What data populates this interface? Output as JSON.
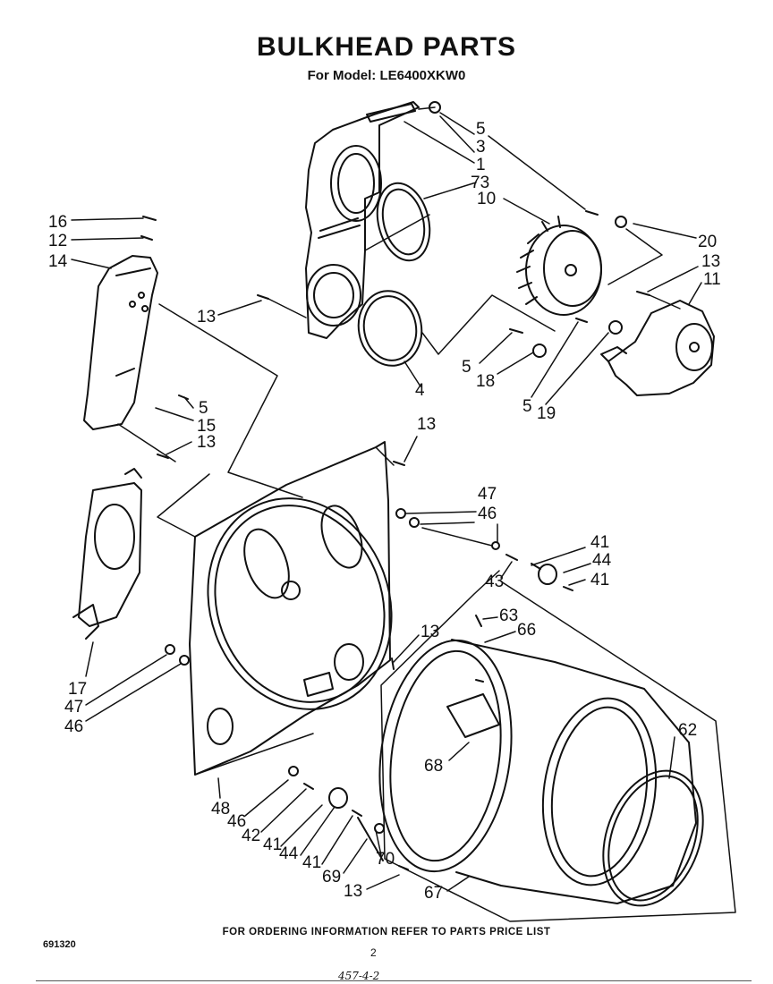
{
  "header": {
    "title": "BULKHEAD PARTS",
    "model": "For Model: LE6400XKW0"
  },
  "callouts": [
    {
      "id": "c5a",
      "label": "5"
    },
    {
      "id": "c3",
      "label": "3"
    },
    {
      "id": "c1",
      "label": "1"
    },
    {
      "id": "c73",
      "label": "73"
    },
    {
      "id": "c10",
      "label": "10"
    },
    {
      "id": "c20",
      "label": "20"
    },
    {
      "id": "c13a",
      "label": "13"
    },
    {
      "id": "c11",
      "label": "11"
    },
    {
      "id": "c16",
      "label": "16"
    },
    {
      "id": "c12",
      "label": "12"
    },
    {
      "id": "c14",
      "label": "14"
    },
    {
      "id": "c13b",
      "label": "13"
    },
    {
      "id": "c5b",
      "label": "5"
    },
    {
      "id": "c18",
      "label": "18"
    },
    {
      "id": "c4",
      "label": "4"
    },
    {
      "id": "c5c",
      "label": "5"
    },
    {
      "id": "c19",
      "label": "19"
    },
    {
      "id": "c5d",
      "label": "5"
    },
    {
      "id": "c15",
      "label": "15"
    },
    {
      "id": "c13c",
      "label": "13"
    },
    {
      "id": "c13d",
      "label": "13"
    },
    {
      "id": "c47a",
      "label": "47"
    },
    {
      "id": "c46a",
      "label": "46"
    },
    {
      "id": "c41a",
      "label": "41"
    },
    {
      "id": "c44a",
      "label": "44"
    },
    {
      "id": "c43",
      "label": "43"
    },
    {
      "id": "c41b",
      "label": "41"
    },
    {
      "id": "c63",
      "label": "63"
    },
    {
      "id": "c66",
      "label": "66"
    },
    {
      "id": "c13e",
      "label": "13"
    },
    {
      "id": "c17",
      "label": "17"
    },
    {
      "id": "c47b",
      "label": "47"
    },
    {
      "id": "c46b",
      "label": "46"
    },
    {
      "id": "c62",
      "label": "62"
    },
    {
      "id": "c68",
      "label": "68"
    },
    {
      "id": "c48",
      "label": "48"
    },
    {
      "id": "c46c",
      "label": "46"
    },
    {
      "id": "c42",
      "label": "42"
    },
    {
      "id": "c41c",
      "label": "41"
    },
    {
      "id": "c44b",
      "label": "44"
    },
    {
      "id": "c41d",
      "label": "41"
    },
    {
      "id": "c70",
      "label": "70"
    },
    {
      "id": "c69",
      "label": "69"
    },
    {
      "id": "c13f",
      "label": "13"
    },
    {
      "id": "c67",
      "label": "67"
    }
  ],
  "footer": {
    "note": "FOR ORDERING INFORMATION REFER TO PARTS PRICE LIST",
    "code": "691320",
    "page": "2",
    "handwritten": "457-4-2"
  }
}
